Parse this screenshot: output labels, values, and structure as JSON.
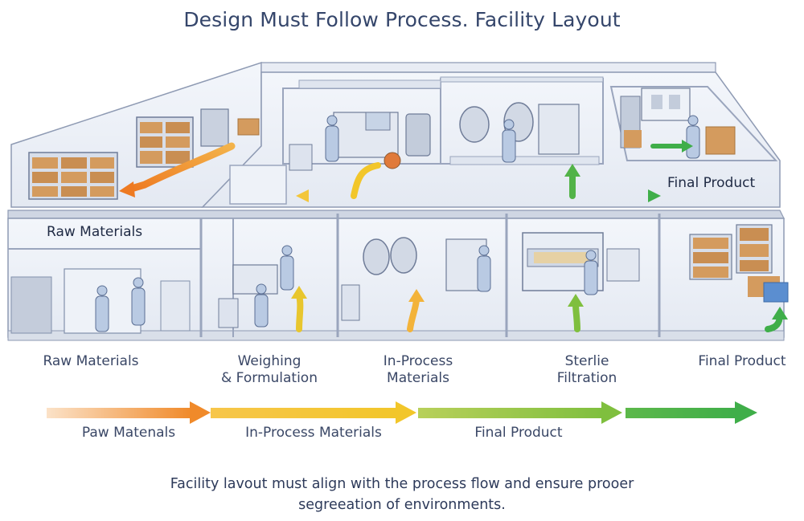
{
  "title": "Design Must Follow Process. Facility Layout",
  "facility_labels": {
    "raw_materials": "Raw Materials",
    "final_product": "Final Product"
  },
  "stages": [
    {
      "line1": "Raw Materials",
      "line2": ""
    },
    {
      "line1": "Weighing",
      "line2": "& Formulation"
    },
    {
      "line1": "In-Process",
      "line2": "Materials"
    },
    {
      "line1": "Sterlie",
      "line2": "Filtration"
    },
    {
      "line1": "Final Product",
      "line2": ""
    }
  ],
  "flow_labels": [
    "Paw Matenals",
    "In-Process Materials",
    "Final Product"
  ],
  "caption": {
    "line1": "Facility lavout must align with the process flow and ensure prooer",
    "line2": "segreeation of environments."
  },
  "colors": {
    "orange": "#f0902a",
    "yellow": "#f2c62a",
    "light_green": "#9cc23c",
    "green": "#3fae49",
    "wall": "#dde3ee",
    "wall_edge": "#8e9ab3"
  }
}
